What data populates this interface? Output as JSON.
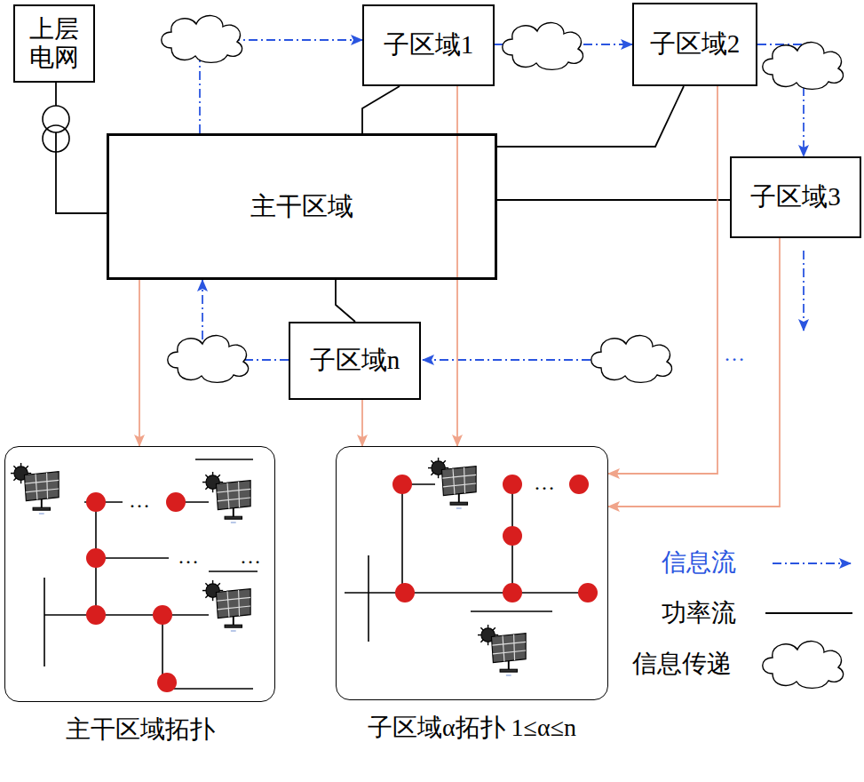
{
  "diagram": {
    "nodes": [
      {
        "text": [
          "上层 电网"
        ]
      },
      {
        "text": [
          "主干区域"
        ]
      },
      {
        "text": [
          "子区域1"
        ]
      },
      {
        "text": [
          "子区域2"
        ]
      },
      {
        "text": [
          "子区域3"
        ]
      },
      {
        "text": [
          "子区域n"
        ]
      },
      {
        "text": [
          "主干区域拓扑"
        ]
      },
      {
        "text": [
          "子区域α拓扑 1≤α≤n"
        ]
      }
    ],
    "edges": [
      {
        "from": 0,
        "to": 1,
        "arrow": "none"
      },
      {
        "from": 2,
        "to": 1,
        "arrow": "none"
      },
      {
        "from": 3,
        "to": 1,
        "arrow": "none"
      },
      {
        "from": 4,
        "to": 1,
        "arrow": "none"
      },
      {
        "from": 5,
        "to": 1,
        "arrow": "none"
      },
      {
        "from": 1,
        "to": 2,
        "arrow": "to"
      },
      {
        "from": 2,
        "to": 3,
        "arrow": "to"
      },
      {
        "from": 3,
        "to": 4,
        "arrow": "to"
      },
      {
        "from": 5,
        "to": 1,
        "arrow": "to"
      },
      {
        "from": 1,
        "to": 6,
        "arrow": "to"
      },
      {
        "from": 5,
        "to": 7,
        "arrow": "to"
      },
      {
        "from": 2,
        "to": 7,
        "arrow": "to"
      },
      {
        "from": 3,
        "to": 7,
        "arrow": "to"
      },
      {
        "from": 4,
        "to": 7,
        "arrow": "to"
      }
    ],
    "labels": [
      "…",
      "…",
      "…",
      "…",
      "…"
    ],
    "legend": [
      {
        "text": "信息流"
      },
      {
        "text": "功率流"
      },
      {
        "text": "信息传递"
      }
    ]
  }
}
